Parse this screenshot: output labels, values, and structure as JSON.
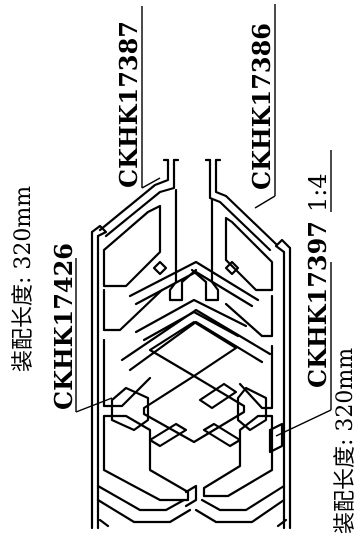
{
  "drawing": {
    "part_top_left": "CKHK17387",
    "part_top_right": "CKHK17386",
    "part_lower_left": "CKHK17426",
    "part_lower_right": "CKHK17397",
    "assembly_length_left": "装配长度: 320mm",
    "assembly_length_right": "装配长度: 320mm",
    "scale": "1:4"
  }
}
